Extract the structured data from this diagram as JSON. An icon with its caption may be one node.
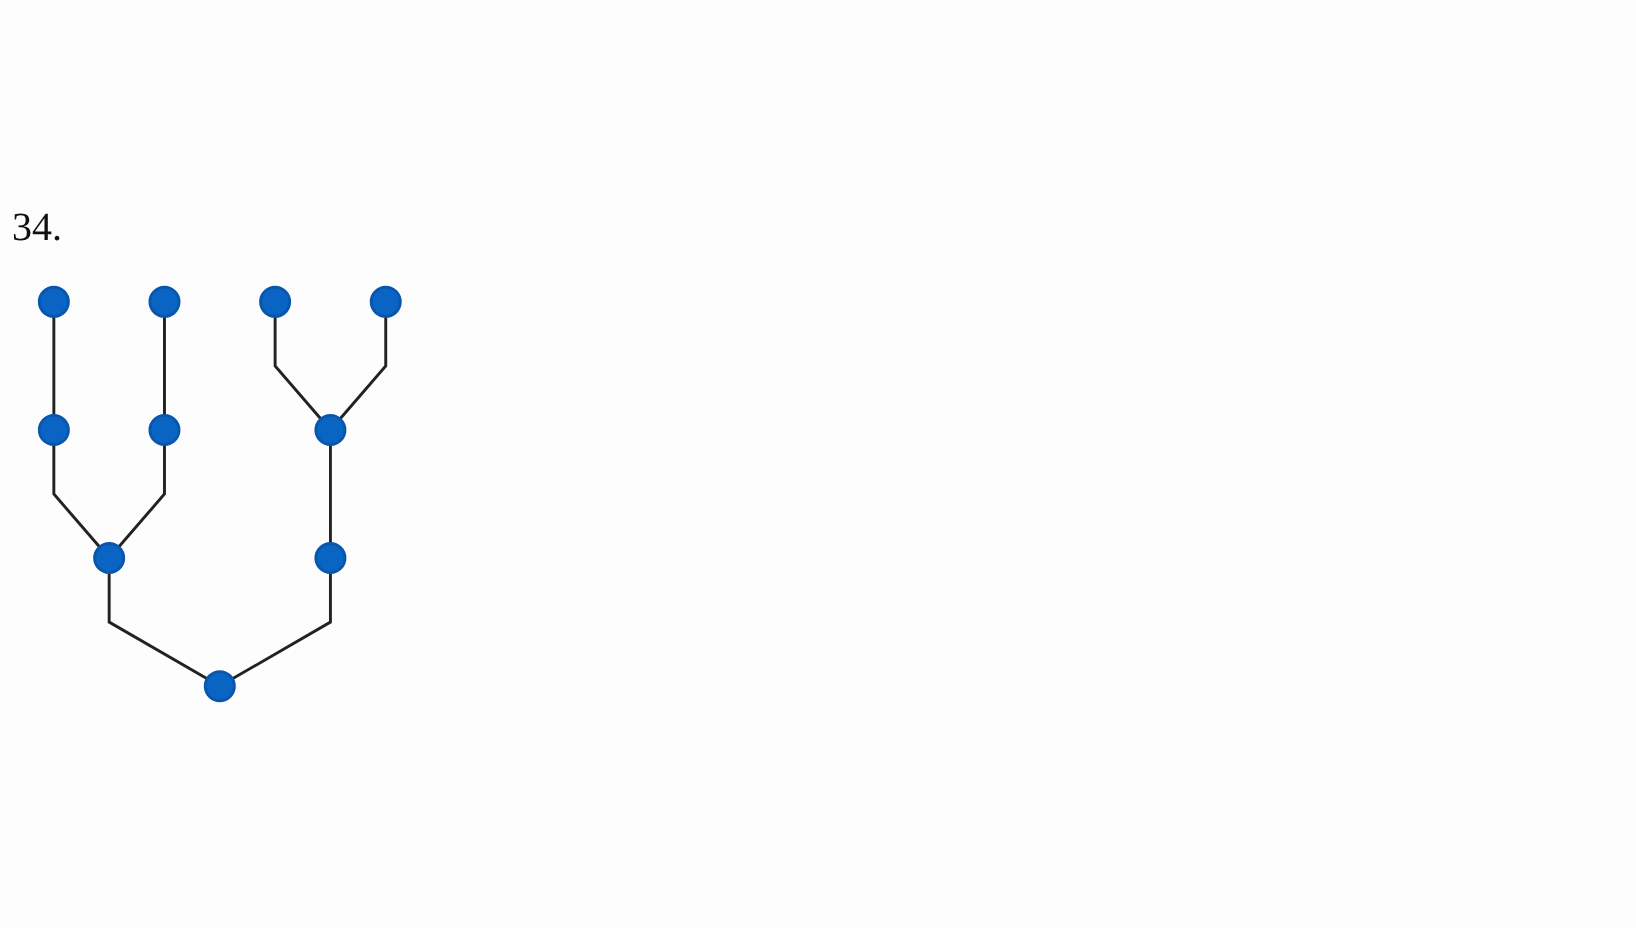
{
  "diagram": {
    "nodes": [
      {
        "text": [],
        "shape": "circle"
      },
      {
        "text": [],
        "shape": "circle"
      },
      {
        "text": [],
        "shape": "circle"
      },
      {
        "text": [],
        "shape": "circle"
      },
      {
        "text": [],
        "shape": "circle"
      },
      {
        "text": [],
        "shape": "circle"
      },
      {
        "text": [],
        "shape": "circle"
      },
      {
        "text": [],
        "shape": "circle"
      },
      {
        "text": [],
        "shape": "circle"
      },
      {
        "text": [],
        "shape": "circle"
      }
    ],
    "edges": [
      {
        "from": 0,
        "to": 4,
        "arrow": "none"
      },
      {
        "from": 1,
        "to": 5,
        "arrow": "none"
      },
      {
        "from": 2,
        "to": 6,
        "arrow": "none"
      },
      {
        "from": 3,
        "to": 6,
        "arrow": "none"
      },
      {
        "from": 4,
        "to": 7,
        "arrow": "none"
      },
      {
        "from": 5,
        "to": 7,
        "arrow": "none"
      },
      {
        "from": 6,
        "to": 8,
        "arrow": "none"
      },
      {
        "from": 7,
        "to": 9,
        "arrow": "none"
      },
      {
        "from": 8,
        "to": 9,
        "arrow": "none"
      }
    ],
    "labels": [
      "34."
    ]
  }
}
